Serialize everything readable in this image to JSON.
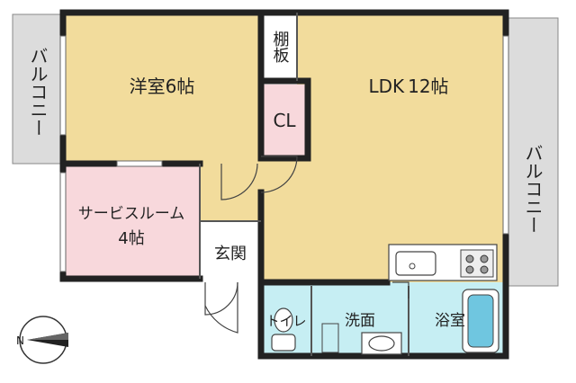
{
  "rooms": {
    "western_room": {
      "name": "洋室",
      "size": "6帖",
      "color": "#f2dc9c"
    },
    "ldk": {
      "name": "LDK",
      "size": "12帖",
      "color": "#f2dc9c"
    },
    "service_room": {
      "name": "サービスルーム",
      "size": "4帖",
      "color": "#f8d8dc"
    },
    "closet": {
      "name": "CL",
      "color": "#f8d8dc"
    },
    "shelf": {
      "name": "棚板"
    },
    "entrance": {
      "name": "玄関"
    },
    "toilet": {
      "name": "トイレ",
      "color": "#c6eef3"
    },
    "washroom": {
      "name": "洗面",
      "color": "#c6eef3"
    },
    "bathroom": {
      "name": "浴室",
      "color": "#c6eef3"
    }
  },
  "balconies": {
    "left": "バルコニー",
    "right": "バルコニー",
    "color": "#dcdcdc"
  },
  "compass": {
    "label": "N"
  }
}
